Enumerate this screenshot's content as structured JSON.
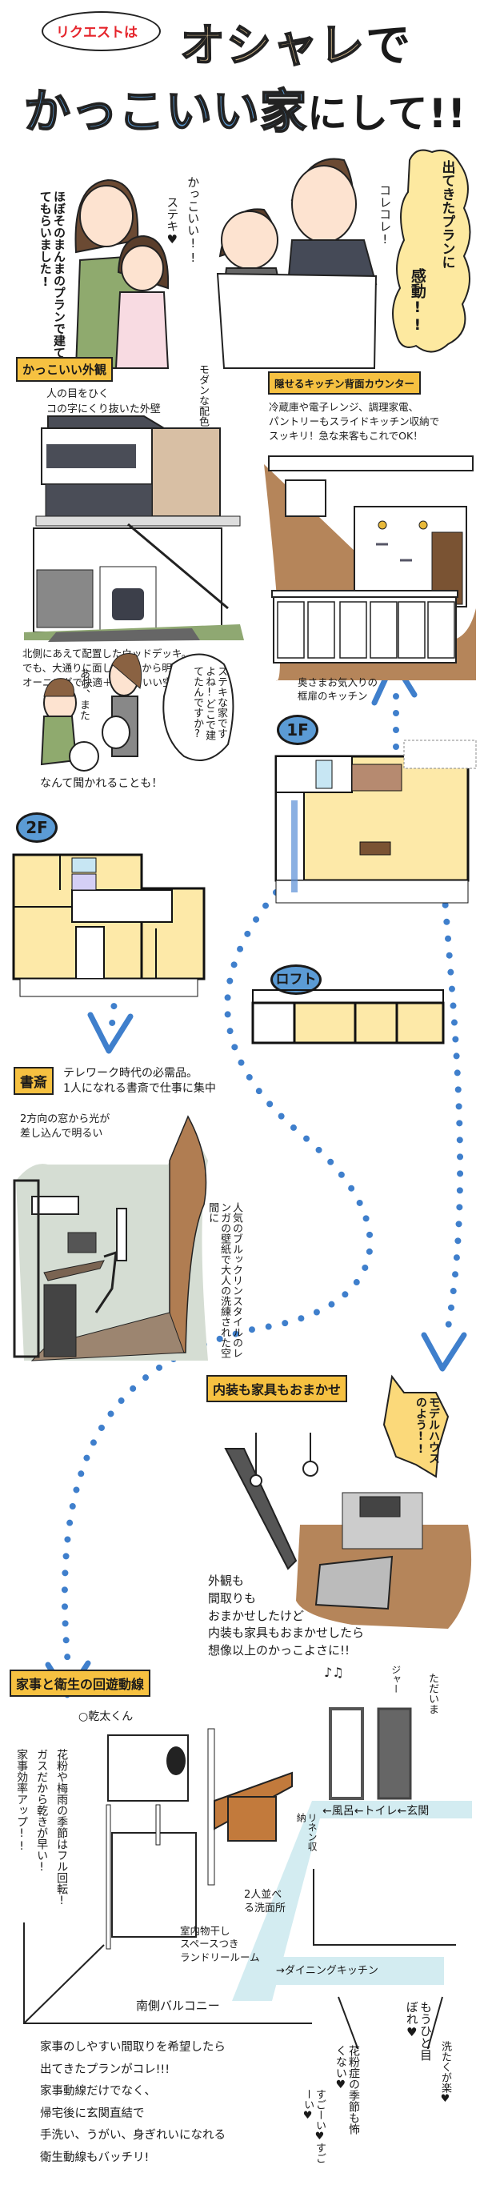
{
  "header": {
    "request_bubble": "リクエストは",
    "title_line1_accent": "オシャレ",
    "title_line1_tail": "で",
    "title_line2_accent": "かっこいい家",
    "title_line2_tail": "にして!!"
  },
  "intro": {
    "mother_caption": "ほぼそのまんまのプランで建ててもらいました!",
    "girl_shout": "ステキ♥",
    "boy_shout": "かっこいい!!",
    "father_shout": "コレコレ!",
    "cloud_text_1": "出てきたプランに",
    "cloud_text_2": "感動!!"
  },
  "exterior": {
    "label": "かっこいい外観",
    "wall_note": "人の目をひく\nコの字にくり抜いた外壁",
    "color_note": "モダンな配色",
    "deck_note": "北側にあえて配置したウッドデッキ。\nでも、大通りに面しているから明るい！\nオーニングで快適＋かっこいい空間に！"
  },
  "kitchen": {
    "label": "隠せるキッチン背面カウンター",
    "description": "冷蔵庫や電子レンジ、調理家電、\nパントリーもスライドキッチン収納で\nスッキリ！急な来客もこれでOK！",
    "door_note": "奥さまお気入りの\n框扉のキッチン"
  },
  "neighbors": {
    "surprised": "あら、また",
    "question": "ステキな家ですよね!どこで建てたんですか?",
    "caption": "なんて聞かれることも！"
  },
  "floorplans": {
    "first_floor": "1F",
    "second_floor": "2F",
    "loft": "ロフト"
  },
  "study": {
    "label": "書斎",
    "description": "テレワーク時代の必需品。\n1人になれる書斎で仕事に集中",
    "window_note": "2方向の窓から光が\n差し込んで明るい",
    "wall_note": "人気のブルックリンスタイルのレンガの壁紙で大人の洗練された空間に"
  },
  "interior": {
    "label": "内装も家具もおまかせ",
    "exclaim": "モデルハウスのよう!!",
    "caption": "外観も\n間取りも\nおまかせしたけど\n内装も家具もおまかせしたら\n想像以上のかっこよさに!!"
  },
  "chores": {
    "label": "家事と衛生の回遊動線",
    "dryer_name": "○乾太くん",
    "dryer_note_1": "花粉や梅雨の季節はフル回転!",
    "dryer_note_2": "ガスだから乾きが早い!",
    "dryer_note_3": "家事効率アップ!!",
    "route_entry": "←風呂←トイレ←玄関",
    "linen": "リネン収納",
    "washroom": "2人並べる洗面所",
    "laundry": "室内物干し\nスペースつき\nランドリールーム",
    "to_dining": "→ダイニングキッチン",
    "balcony": "南側バルコニー",
    "sound_music": "♪♫",
    "sound_water": "ジャー",
    "sound_home": "ただいま",
    "summary": "家事のしやすい間取りを希望したら\n出てきたプランがコレ!!!\n家事動線だけでなく、\n帰宅後に玄関直結で\n手洗い、うがい、身ぎれいになれる\n衛生動線もバッチリ!",
    "shout_love": "もうひと目ぼれ♥",
    "shout_laundry": "洗たくが楽♥",
    "shout_pollen": "花粉症の季節も怖くない♥",
    "shout_wow": "すごーい♥すごーい♥"
  },
  "colors": {
    "accent_blue": "#5b9bd5",
    "label_orange": "#f6c141",
    "title_tan": "#d4b98c",
    "path_blue": "#3f7fcc",
    "plan_yellow": "#fde9a8",
    "route_cyan": "#d3ecf1"
  }
}
